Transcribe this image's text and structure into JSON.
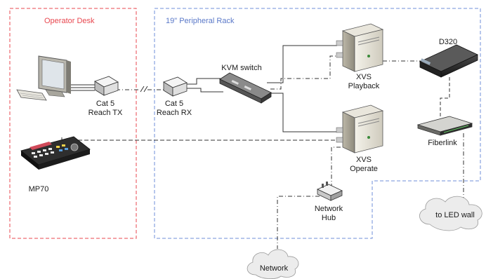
{
  "zones": {
    "operator_desk": "Operator Desk",
    "peripheral_rack": "19\" Peripheral Rack"
  },
  "devices": {
    "cat5_tx": [
      "Cat 5",
      "Reach TX"
    ],
    "cat5_rx": [
      "Cat 5",
      "Reach RX"
    ],
    "kvm": "KVM switch",
    "xvs_playback": [
      "XVS",
      "Playback"
    ],
    "xvs_operate": [
      "XVS",
      "Operate"
    ],
    "d320": "D320",
    "fiberlink": "Fiberlink",
    "mp70": "MP70",
    "hub": [
      "Network",
      "Hub"
    ],
    "network_cloud": "Network",
    "led_cloud": "to LED wall"
  },
  "colors": {
    "operator_zone": "#e8474f",
    "rack_zone": "#6f8fd8",
    "wire": "#333333"
  }
}
